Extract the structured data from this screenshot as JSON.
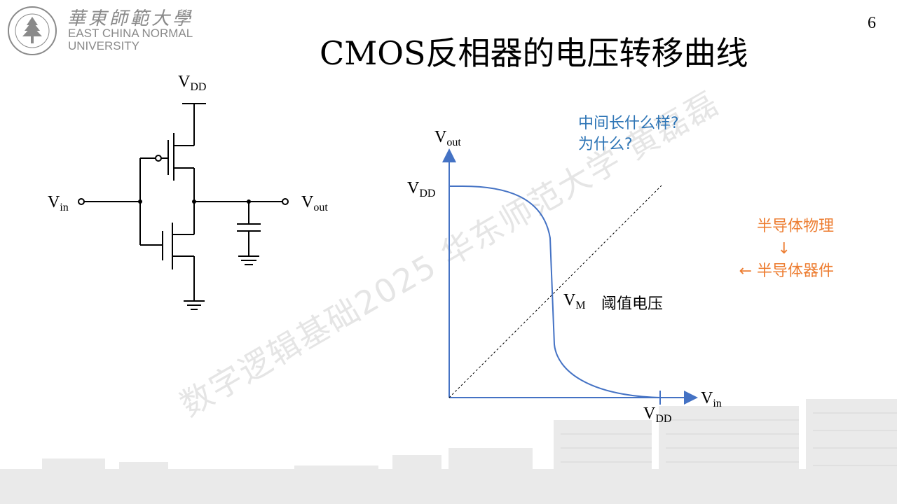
{
  "header": {
    "university_cn": "華東師範大學",
    "university_en_line1": "EAST CHINA NORMAL",
    "university_en_line2": "UNIVERSITY",
    "page_number": "6"
  },
  "slide": {
    "title": "CMOS反相器的电压转移曲线"
  },
  "watermark": "数字逻辑基础2025 华东师范大学 黄磊磊",
  "circuit": {
    "vdd": {
      "base": "V",
      "sub": "DD"
    },
    "vin": {
      "base": "V",
      "sub": "in"
    },
    "vout": {
      "base": "V",
      "sub": "out"
    }
  },
  "plot": {
    "y_axis": {
      "base": "V",
      "sub": "out"
    },
    "x_axis": {
      "base": "V",
      "sub": "in"
    },
    "vdd_y": {
      "base": "V",
      "sub": "DD"
    },
    "vdd_x": {
      "base": "V",
      "sub": "DD"
    },
    "vm": {
      "base": "V",
      "sub": "M"
    },
    "vm_desc": "阈值电压",
    "question_line1": "中间长什么样?",
    "question_line2": "为什么?",
    "physics_line1": "半导体物理",
    "physics_arrow": "↓",
    "physics_line2": "← 半导体器件"
  },
  "colors": {
    "curve": "#4472c4",
    "question": "#2e75b6",
    "physics": "#ed7d31",
    "gray_text": "#8a8a8a"
  }
}
